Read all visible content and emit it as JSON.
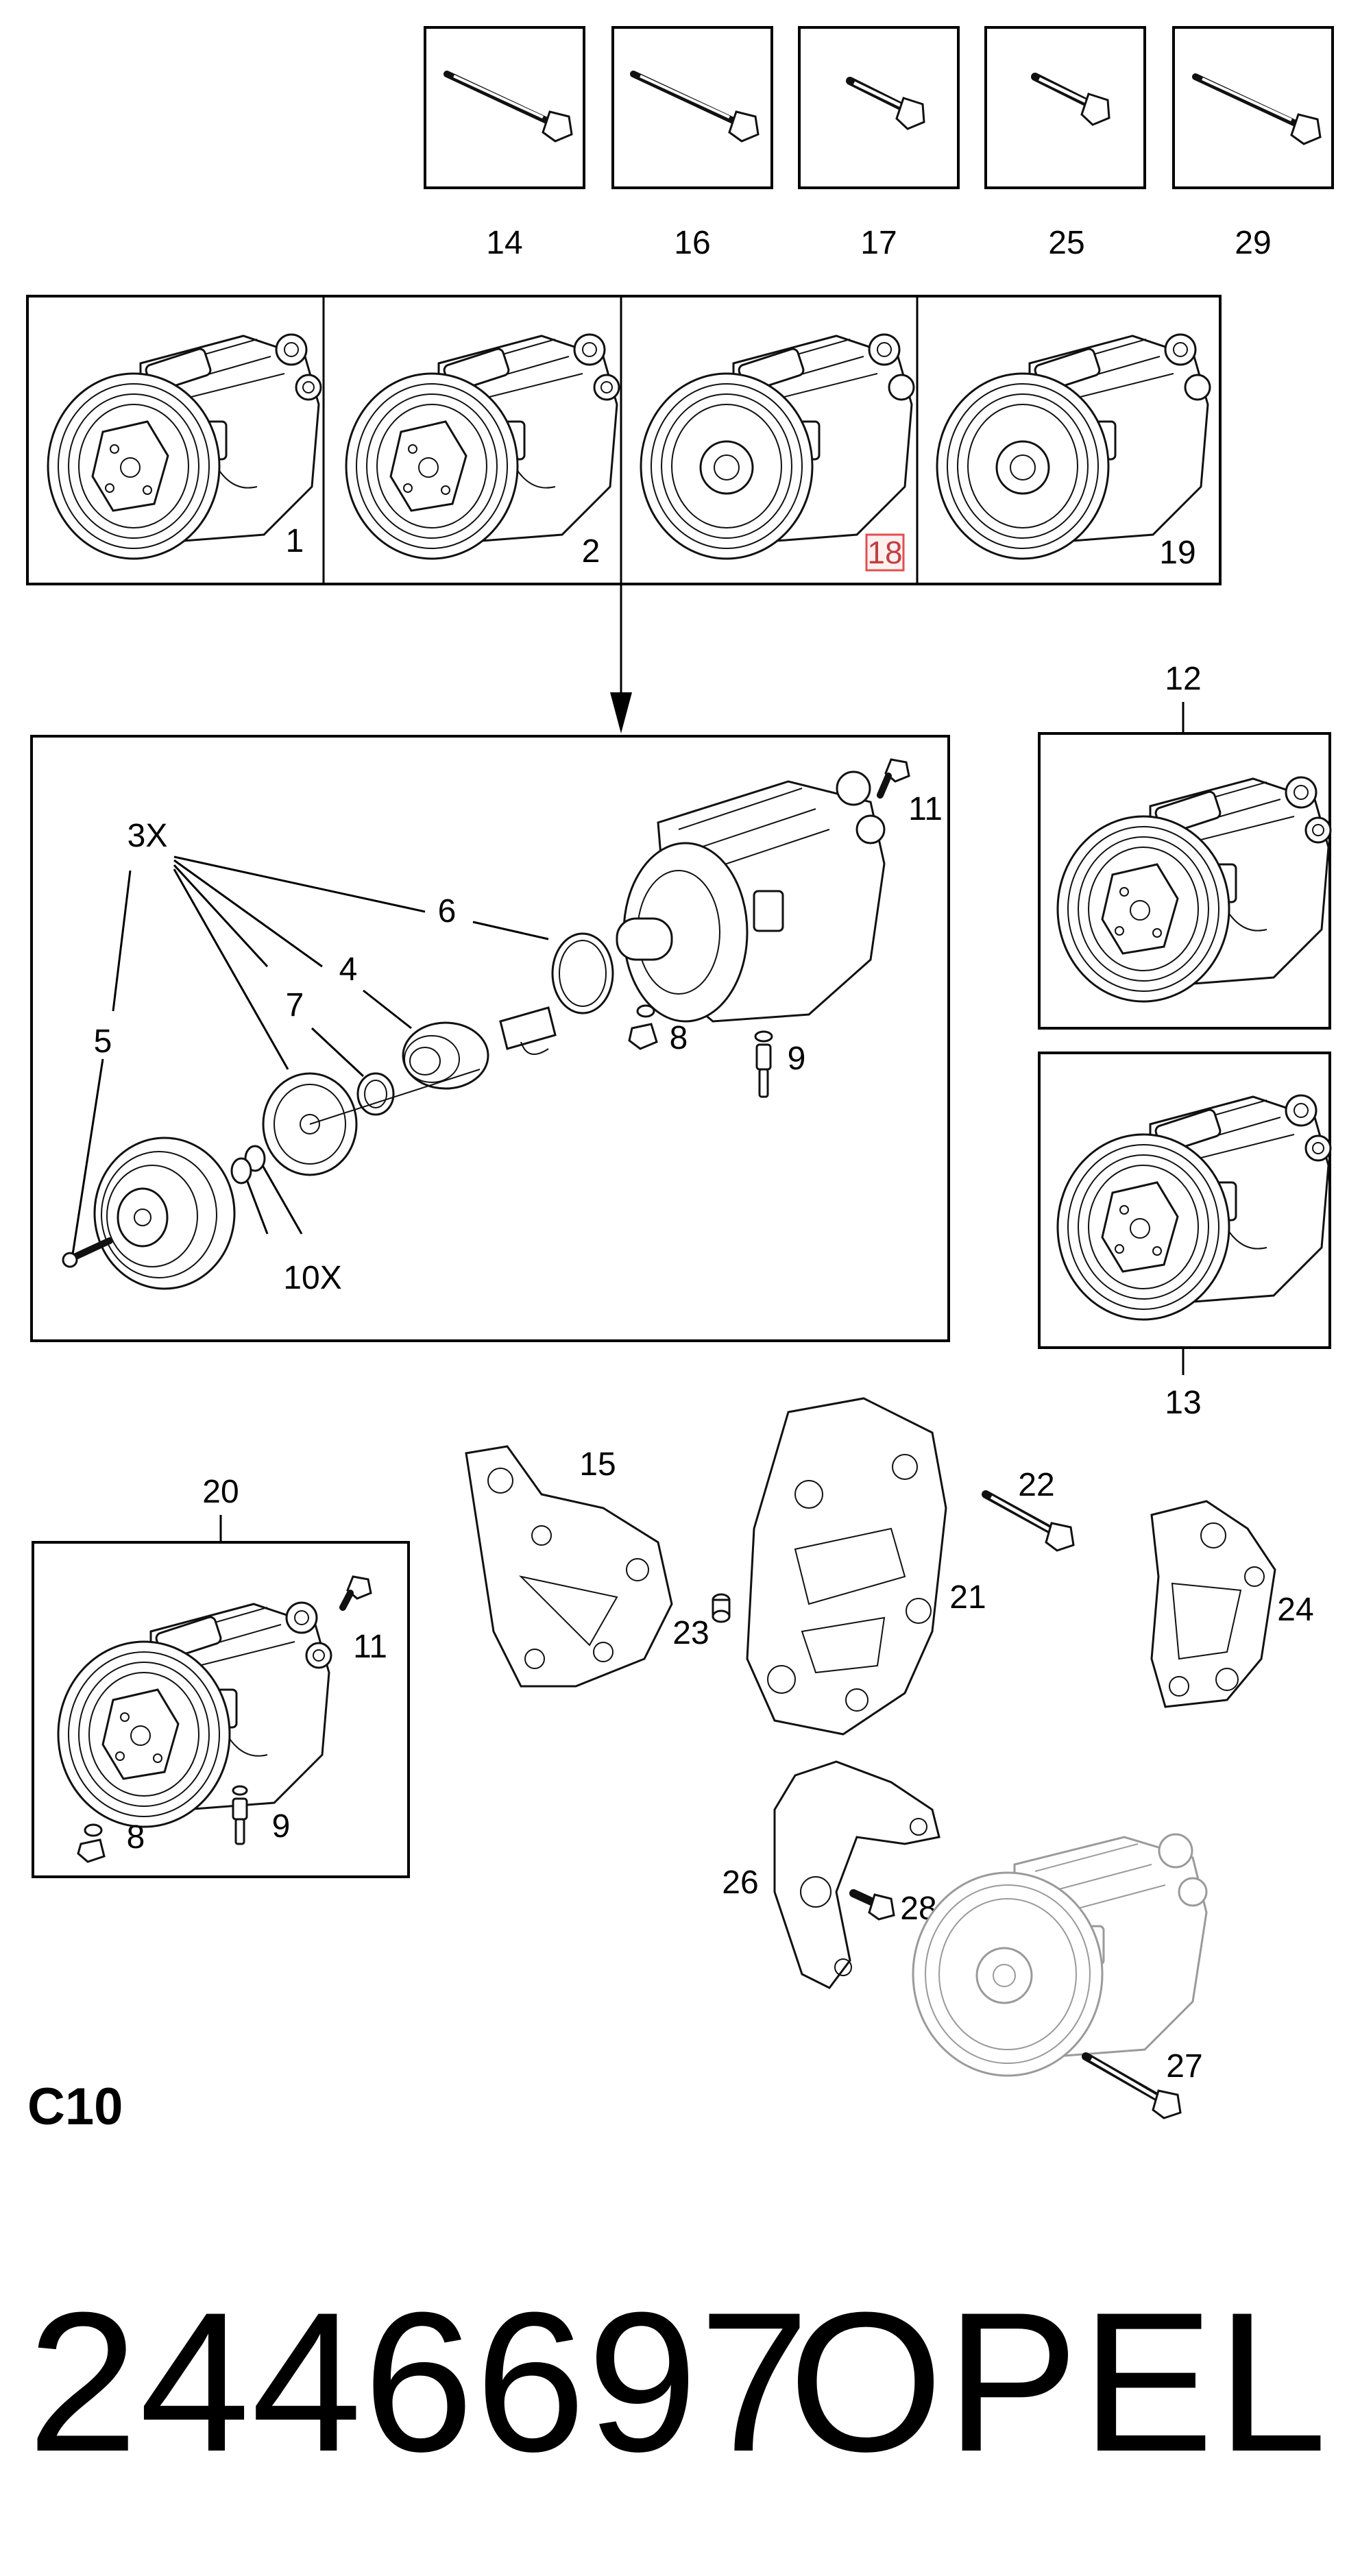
{
  "diagram": {
    "section_code": "C10",
    "part_number": "2446697",
    "brand": "OPEL",
    "bolt_labels": [
      "14",
      "16",
      "17",
      "25",
      "29"
    ],
    "compressor_variants": [
      "1",
      "2",
      "18",
      "19"
    ],
    "highlighted_variant": "18",
    "highlight_color": "#e05050",
    "exploded": {
      "labels": {
        "qty_3x": "3X",
        "qty_10x": "10X",
        "item_4": "4",
        "item_5": "5",
        "item_6": "6",
        "item_7": "7",
        "item_8": "8",
        "item_9": "9",
        "item_11": "11"
      }
    },
    "right_units": {
      "top": "12",
      "bottom": "13"
    },
    "unit_20": {
      "title": "20",
      "item_11": "11",
      "item_8": "8",
      "item_9": "9"
    },
    "brackets": {
      "item_15": "15",
      "item_21": "21",
      "item_22": "22",
      "item_23": "23",
      "item_24": "24",
      "item_26": "26",
      "item_27": "27",
      "item_28": "28"
    }
  }
}
